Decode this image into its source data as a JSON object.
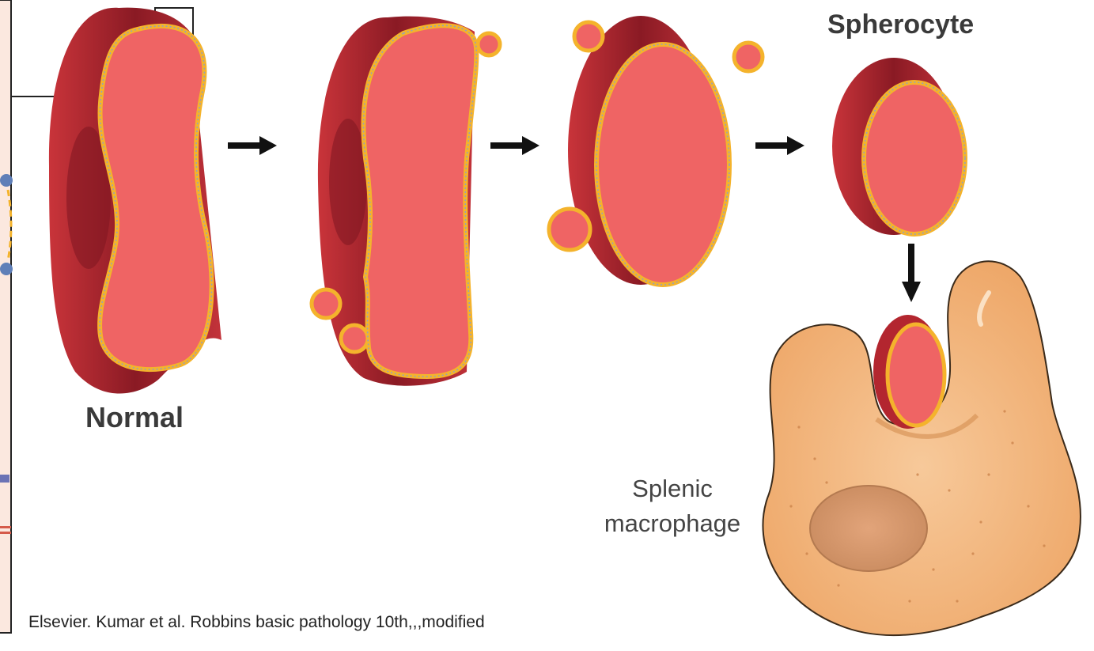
{
  "labels": {
    "normal": "Normal",
    "spherocyte": "Spherocyte",
    "splenic_line1": "Splenic",
    "splenic_line2": "macrophage",
    "credit": "Elsevier. Kumar et al. Robbins basic pathology 10th,,,modified"
  },
  "colors": {
    "cell_face": "#ef6464",
    "cell_side": "#b3262f",
    "cell_side_dark": "#7e1620",
    "membrane": "#f4b32c",
    "membrane_dots": "#8d9ec6",
    "macrophage": "#f1b37a",
    "macrophage_edge": "#3a2a1a",
    "nucleus": "#d99a6e",
    "left_panel": "#fbe8df",
    "arrow": "#111111"
  },
  "icons": [
    "arrow-right-icon",
    "arrow-down-icon"
  ]
}
